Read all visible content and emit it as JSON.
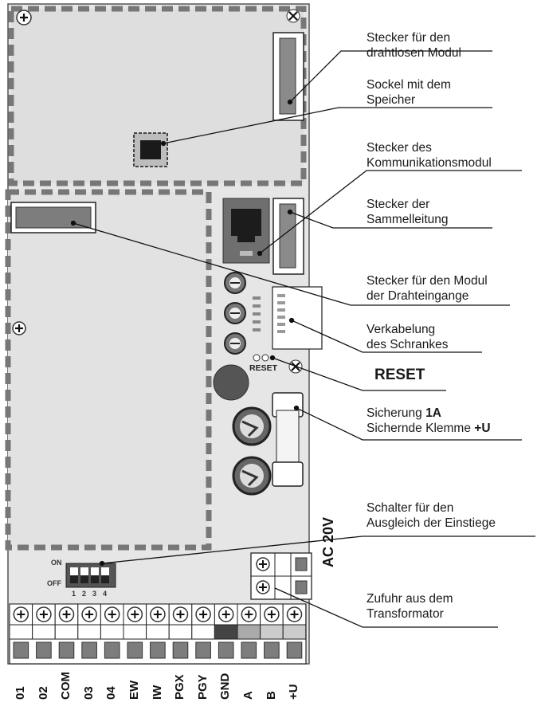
{
  "labels": {
    "wireless": [
      "Stecker für den",
      "drahtlosen Modul"
    ],
    "memory": [
      "Sockel mit dem",
      "Speicher"
    ],
    "comm": [
      "Stecker des",
      "Kommunikationsmodul"
    ],
    "bus": [
      "Stecker der",
      "Sammelleitung"
    ],
    "wire_inputs": [
      "Stecker für den Modul",
      "der Drahteingange"
    ],
    "cabinet": [
      "Verkabelung",
      "des Schrankes"
    ],
    "reset": "RESET",
    "fuse_prefix": "Sicherung ",
    "fuse_value": "1A",
    "fuse_clamp_prefix": "Sichernde Klemme ",
    "fuse_clamp_value": "+U",
    "switch": [
      "Schalter für den",
      "Ausgleich der Einstiege"
    ],
    "power": [
      "Zufuhr aus dem",
      "Transformator"
    ]
  },
  "board": {
    "reset_small": "RESET",
    "ac_label": "AC 20V",
    "dip_on": "ON",
    "dip_off": "OFF",
    "dip_numbers": [
      "1",
      "2",
      "3",
      "4"
    ],
    "terminals": [
      "01",
      "02",
      "COM",
      "03",
      "04",
      "EW",
      "IW",
      "PGX",
      "PGY",
      "GND",
      "A",
      "B",
      "+U"
    ]
  }
}
